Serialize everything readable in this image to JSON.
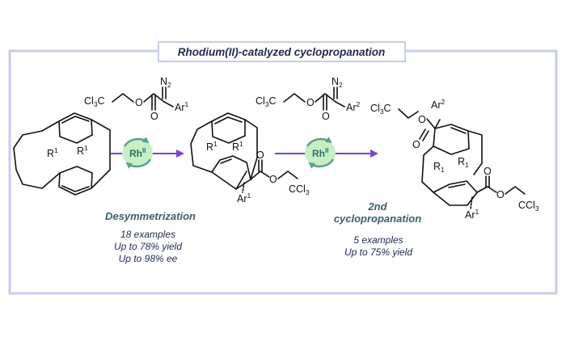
{
  "title": "Rhodium(II)-catalyzed cyclopropanation",
  "colors": {
    "frame": "#c7cce8",
    "arrow": "#7b3fe4",
    "catalyst_fill": "#c7f0c2",
    "catalyst_ring": "#5aa08f",
    "label": "#3a5f6b",
    "text": "#1e2a50"
  },
  "step1": {
    "catalyst_base": "Rh",
    "catalyst_sup": "II",
    "label": "Desymmetrization",
    "lines": [
      "18 examples",
      "Up to 78% yield",
      "Up to 98% ee"
    ]
  },
  "step2": {
    "catalyst_base": "Rh",
    "catalyst_sup": "II",
    "label_lines": [
      "2nd",
      "cyclopropanation"
    ],
    "lines": [
      "5 examples",
      "Up to 75% yield"
    ]
  },
  "structures": {
    "cl3c": "Cl",
    "cl3c_sub": "3",
    "cl3c_tail": "C",
    "ccl3": "CCl",
    "ccl3_sub": "3",
    "n2": "N",
    "n2_sub": "2",
    "o": "O",
    "ar": "Ar",
    "sup1": "1",
    "sup2": "2",
    "r": "R",
    "r_sub": "1"
  }
}
